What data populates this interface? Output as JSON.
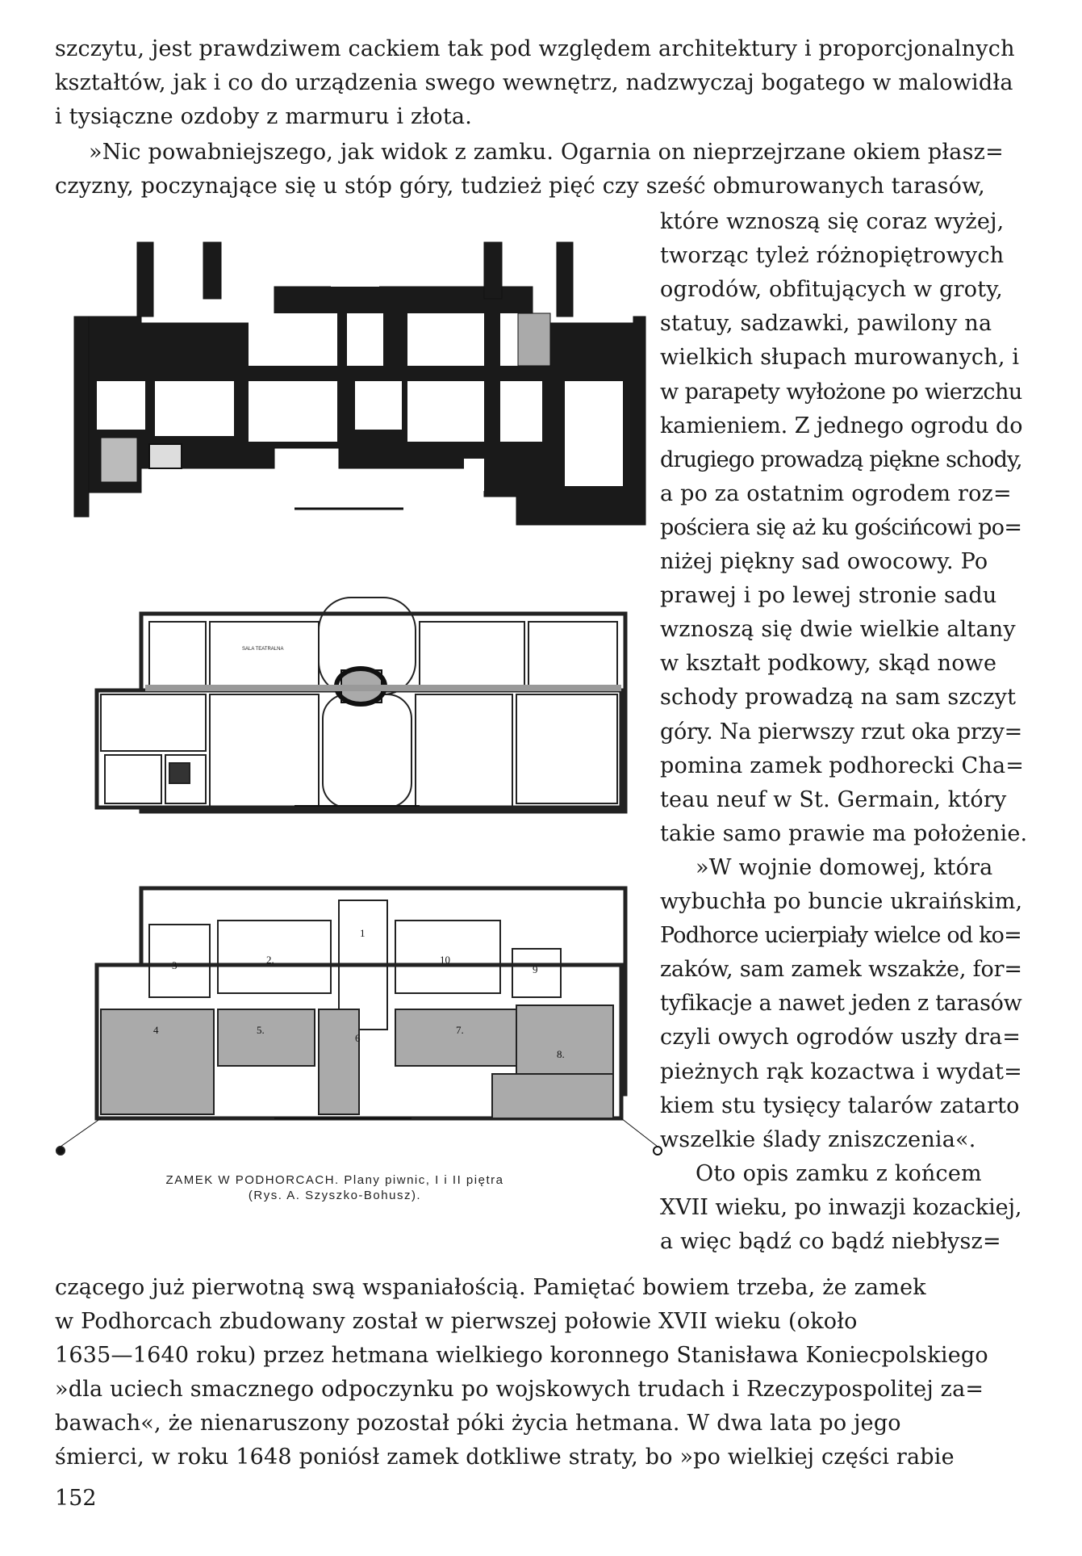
{
  "full_lines_top": [
    "szczytu, jest prawdziwem cackiem tak pod względem architektury i proporcjonalnych",
    "kształtów, jak i co do urządzenia swego wewnętrz, nadzwyczaj bogatego w malowidła",
    "i tysiączne ozdoby z marmuru i złota.",
    "»Nic powabniejszego, jak widok z zamku. Ogarnia on nieprzejrzane okiem płasz=",
    "czyzny, poczynające się u stóp góry, tudzież pięć czy sześć obmurowanych tarasów,"
  ],
  "column_lines": [
    "które wznoszą się coraz wyżej,",
    "tworząc tyleż różnopiętrowych",
    "ogrodów, obfitujących w groty,",
    "statuy, sadzawki, pawilony na",
    "wielkich słupach murowanych, i",
    "w parapety wyłożone po wierzchu",
    "kamieniem. Z jednego ogrodu do",
    "drugiego prowadzą piękne schody,",
    "a po za ostatnim ogrodem roz=",
    "pościera się aż ku gościńcowi po=",
    "niżej piękny sad owocowy. Po",
    "prawej i po lewej stronie sadu",
    "wznoszą się dwie wielkie altany",
    "w kształt podkowy, skąd nowe",
    "schody prowadzą na sam szczyt",
    "góry. Na pierwszy rzut oka przy=",
    "pomina zamek podhorecki Cha=",
    "teau neuf w St. Germain, który",
    "takie samo prawie ma położenie.",
    "»W wojnie domowej, która",
    "wybuchła po buncie ukraińskim,",
    "Podhorce ucierpiały wielce od ko=",
    "zaków, sam zamek wszakże, for=",
    "tyfikacje a nawet jeden z tarasów",
    "czyli owych ogrodów uszły dra=",
    "pieżnych rąk kozactwa i wydat=",
    "kiem stu tysięcy talarów zatarto",
    "wszelkie ślady zniszczenia«.",
    "Oto opis zamku z końcem",
    "XVII wieku, po inwazji kozackiej,",
    "a więc bądź co bądź niebłysz="
  ],
  "full_lines_bottom": [
    "czącego już pierwotną swą wspaniałością. Pamiętać bowiem trzeba, że zamek",
    "w Podhorcach zbudowany został w pierwszej połowie XVII wieku (około",
    "1635—1640 roku) przez hetmana wielkiego koronnego Stanisława Koniecpolskiego",
    "»dla uciech smacznego odpoczynku po wojskowych trudach i Rzeczypospolitej za=",
    "bawach«, że nienaruszony pozostał póki życia hetmana. W dwa lata po jego",
    "śmierci, w roku 1648 poniósł zamek dotkliwe straty, bo »po wielkiej części rabie"
  ],
  "figure": {
    "caption_line1": "ZAMEK W PODHORCACH. Plany piwnic, I i II piętra",
    "caption_line2": "(Rys. A. Szyszko-Bohusz).",
    "plan_labels": {
      "theatre": "SALA TEATRALNA",
      "n1": "1",
      "n2": "2.",
      "n3": "3",
      "n4": "4",
      "n5": "5.",
      "n6": "6",
      "n7": "7.",
      "n8": "8.",
      "n9": "9",
      "n10": "10"
    }
  },
  "page_number": "152"
}
